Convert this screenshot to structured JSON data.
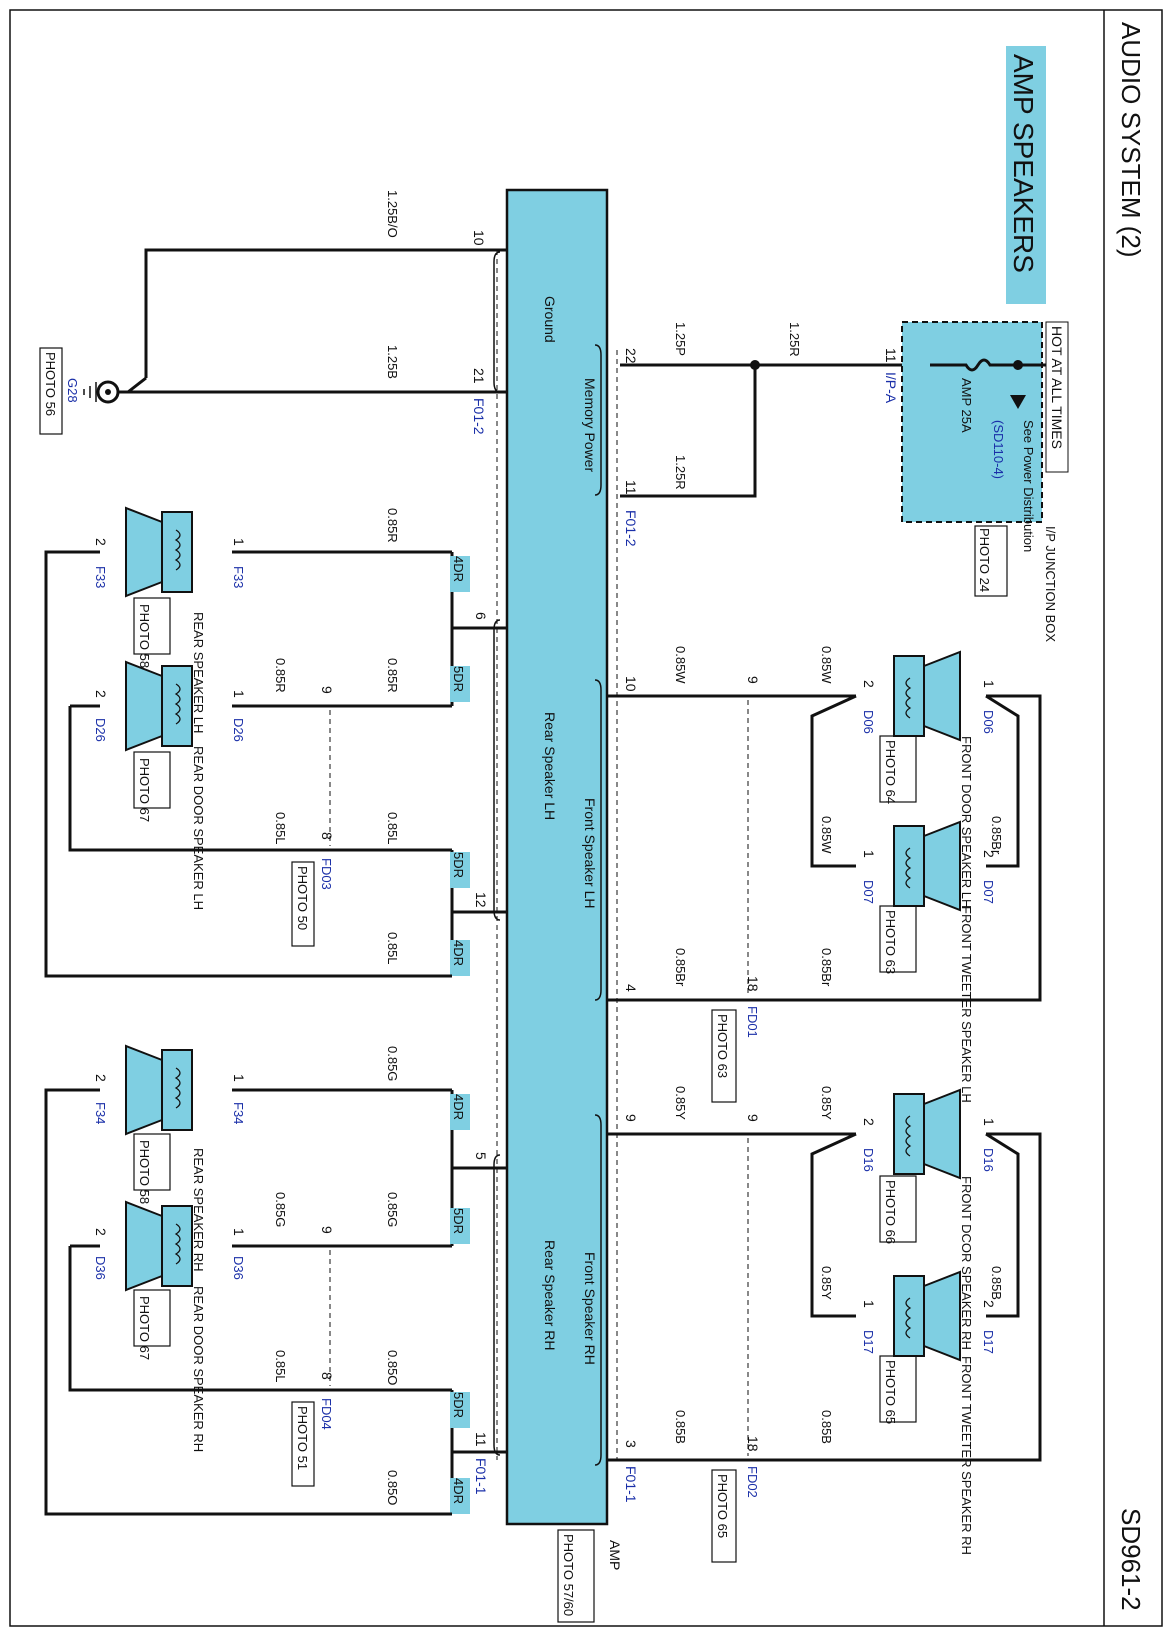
{
  "header": {
    "title": "AUDIO SYSTEM (2)",
    "page_code": "SD961-2",
    "banner": "AMP SPEAKERS"
  },
  "colors": {
    "component_fill": "#7fcfe2",
    "label_highlight": "#7fcfe2",
    "connector_text": "#1a2fa8"
  },
  "junction_box": {
    "hot_label": "HOT AT ALL TIMES",
    "fuse_label": "AMP 25A",
    "see_label": "See Power Distribution",
    "see_ref": "(SD110-4)",
    "connector": "I/P-A",
    "pin": "11",
    "name": "I/P JUNCTION BOX",
    "photo": "PHOTO 24"
  },
  "amp": {
    "ground_label": "Ground",
    "memory_label": "Memory Power",
    "rear_lh_label": "Rear Speaker LH",
    "front_lh_label": "Front Speaker LH",
    "rear_rh_label": "Rear Speaker RH",
    "front_rh_label": "Front Speaker RH",
    "name": "AMP",
    "photo": "PHOTO 57/60"
  },
  "ground": {
    "connector": "G28",
    "photo": "PHOTO 56"
  },
  "connectors": {
    "f01_2": "F01-2",
    "f01_1": "F01-1",
    "fd01": "FD01",
    "fd02": "FD02",
    "fd03": "FD03",
    "fd04": "FD04",
    "fd01_photo": "PHOTO 63",
    "fd02_photo": "PHOTO 65",
    "fd03_photo": "PHOTO 50",
    "fd04_photo": "PHOTO 51"
  },
  "tags": {
    "dr4": "4DR",
    "dr5": "5DR"
  },
  "wires": {
    "w125bo": "1.25B/O",
    "w125b": "1.25B",
    "w125r": "1.25R",
    "w125p": "1.25P",
    "w085r": "0.85R",
    "w085l": "0.85L",
    "w085g": "0.85G",
    "w085o": "0.85O",
    "w085w": "0.85W",
    "w085br": "0.85Br",
    "w085y": "0.85Y",
    "w085bb": "0.85B"
  },
  "speakers": {
    "rear_lh": {
      "name": "REAR SPEAKER LH",
      "photo": "PHOTO 58",
      "conn": "F33"
    },
    "rear_door_lh": {
      "name": "REAR DOOR SPEAKER LH",
      "photo": "PHOTO 67",
      "conn": "D26"
    },
    "rear_rh": {
      "name": "REAR SPEAKER RH",
      "photo": "PHOTO 58",
      "conn": "F34"
    },
    "rear_door_rh": {
      "name": "REAR DOOR SPEAKER RH",
      "photo": "PHOTO 67",
      "conn": "D36"
    },
    "front_door_lh": {
      "name": "FRONT DOOR SPEAKER LH",
      "photo": "PHOTO 64",
      "conn": "D06"
    },
    "front_tweeter_lh": {
      "name": "FRONT TWEETER SPEAKER LH",
      "photo": "PHOTO 63",
      "conn": "D07"
    },
    "front_door_rh": {
      "name": "FRONT DCOR SPEAKER RH",
      "photo": "PHOTO 66",
      "conn": "D16"
    },
    "front_tweeter_rh": {
      "name": "FRONT TWEETER SPEAKER RH",
      "photo": "PHOTO 65",
      "conn": "D17"
    }
  },
  "pins": {
    "p1": "1",
    "p2": "2",
    "p3": "3",
    "p4": "4",
    "p5": "5",
    "p6": "6",
    "p8": "8",
    "p9": "9",
    "p10": "10",
    "p11": "11",
    "p12": "12",
    "p18": "18",
    "p21": "21",
    "p22": "22"
  }
}
